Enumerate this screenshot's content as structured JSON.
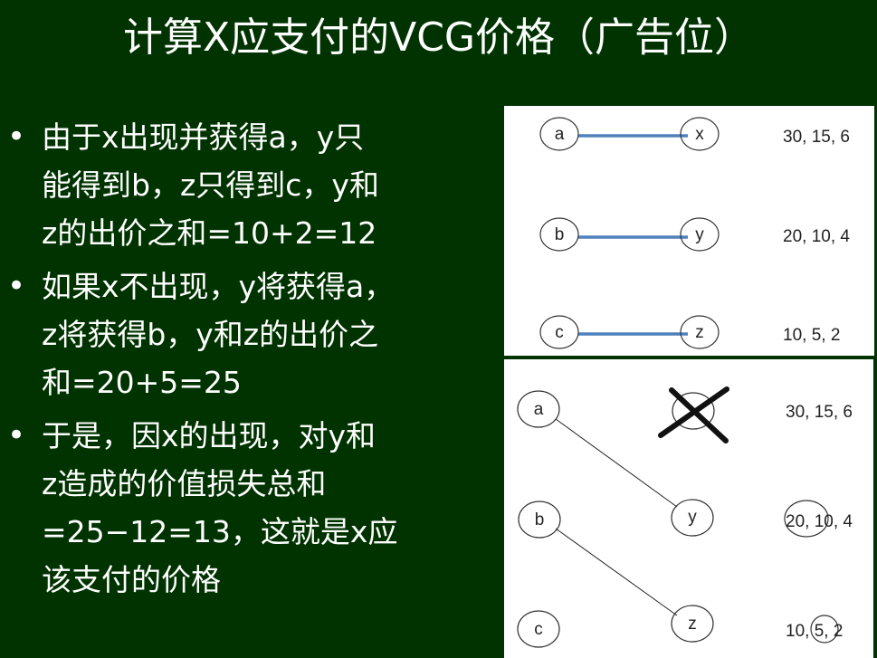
{
  "title": "计算X应支付的VCG价格（广告位）",
  "bullets": [
    {
      "lines": [
        "由于x出现并获得a，y只",
        "能得到b，z只得到c，y和",
        "z的出价之和=10+2=12"
      ]
    },
    {
      "lines": [
        "如果x不出现，y将获得a，",
        "z将获得b，y和z的出价之",
        "和=20+5=25"
      ]
    },
    {
      "lines": [
        "于是，因x的出现，对y和",
        "z造成的价值损失总和",
        "=25−12=13，这就是x应",
        "该支付的价格"
      ]
    }
  ],
  "bullet_symbol": "•",
  "diagram_top": {
    "slots": [
      "a",
      "b",
      "c"
    ],
    "bidders": [
      "x",
      "y",
      "z"
    ],
    "values": [
      "30, 15, 6",
      "20, 10, 4",
      "10, 5, 2"
    ],
    "edge_color": "#4f81bd"
  },
  "diagram_bottom": {
    "slots": [
      "a",
      "b",
      "c"
    ],
    "bidders": [
      "y",
      "z"
    ],
    "values": [
      "30, 15, 6",
      "20, 10, 4",
      "10, 5, 2"
    ]
  },
  "colors": {
    "background": "#003300",
    "text": "#ffffff"
  }
}
